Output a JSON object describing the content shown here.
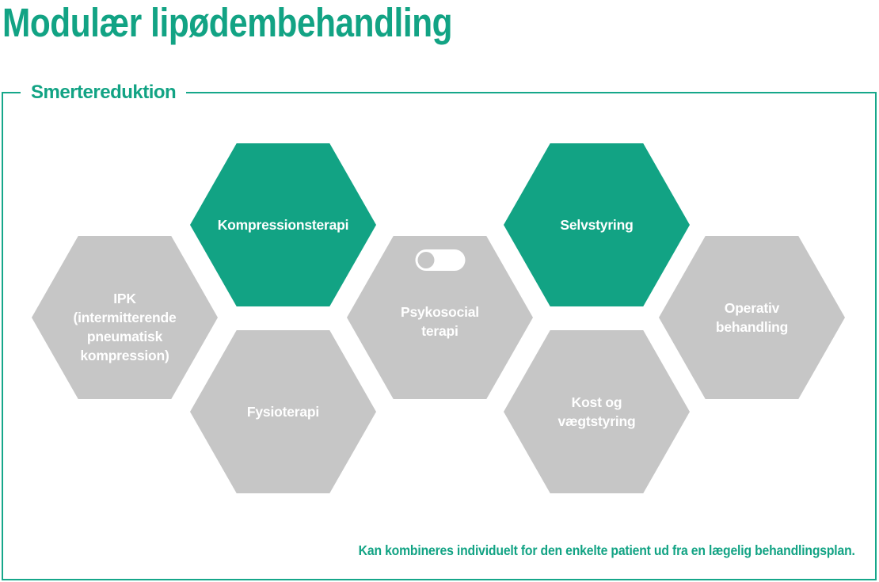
{
  "title": "Modulær lipødembehandling",
  "frame": {
    "label": "Smertereduktion",
    "footnote": "Kan kombineres individuelt for den enkelte patient ud fra en lægelig behandlingsplan."
  },
  "colors": {
    "accent_green": "#12a384",
    "inactive_gray": "#c6c6c6",
    "frame_teal": "#16a78a",
    "text_white": "#ffffff",
    "background": "#ffffff"
  },
  "hexagons": [
    {
      "name": "kompressionsterapi",
      "state": "active",
      "lines": [
        "Kompressionsterapi"
      ]
    },
    {
      "name": "selvstyring",
      "state": "active",
      "lines": [
        "Selvstyring"
      ]
    },
    {
      "name": "ipk",
      "state": "inactive",
      "lines": [
        "IPK",
        "(intermitterende",
        "pneumatisk",
        "kompression)"
      ]
    },
    {
      "name": "psykosocial-terapi",
      "state": "inactive",
      "icon": "toggle-off-icon",
      "lines": [
        "Psykosocial",
        "terapi"
      ]
    },
    {
      "name": "operativ-behandling",
      "state": "inactive",
      "lines": [
        "Operativ",
        "behandling"
      ]
    },
    {
      "name": "fysioterapi",
      "state": "inactive",
      "lines": [
        "Fysioterapi"
      ]
    },
    {
      "name": "kost-og-vaegtstyring",
      "state": "inactive",
      "lines": [
        "Kost og",
        "vægtstyring"
      ]
    }
  ]
}
